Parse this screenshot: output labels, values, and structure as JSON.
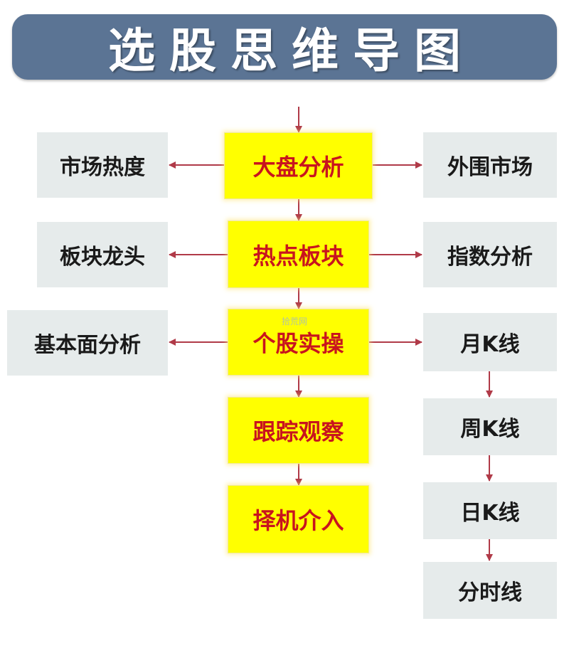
{
  "title": "选股思维导图",
  "watermark": "拾荒网",
  "center_nodes": [
    "大盘分析",
    "热点板块",
    "个股实操",
    "跟踪观察",
    "择机介入"
  ],
  "left_nodes": [
    "市场热度",
    "板块龙头",
    "基本面分析"
  ],
  "right_nodes": [
    "外围市场",
    "指数分析"
  ],
  "kline_nodes": [
    "月K线",
    "周K线",
    "日K线",
    "分时线"
  ],
  "colors": {
    "banner": "#5b7494",
    "highlight_box": "#ffff00",
    "highlight_text": "#c8141e",
    "side_box": "#e6ebeb",
    "arrow": "#b03a48"
  }
}
